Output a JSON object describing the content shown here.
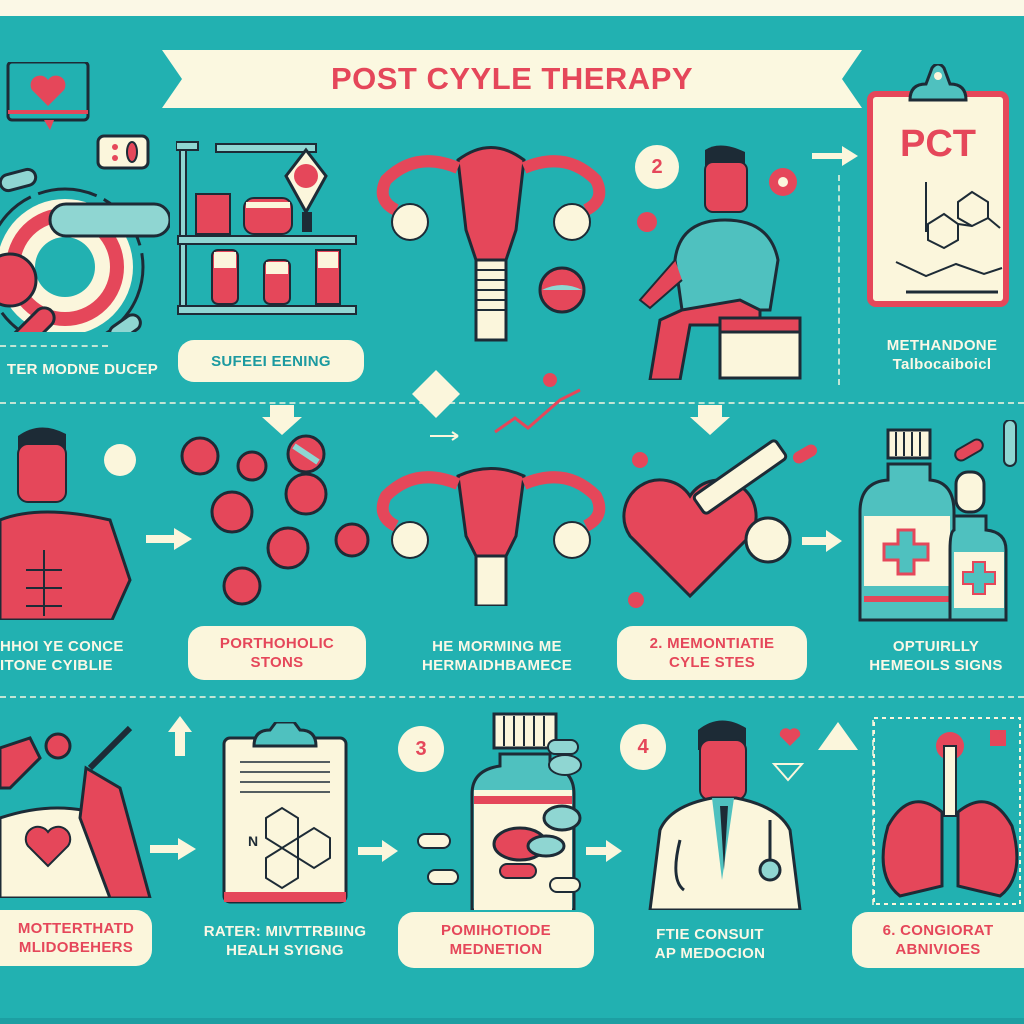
{
  "header": {
    "title": "POST CYYLE THERAPY"
  },
  "colors": {
    "background": "#22b1b1",
    "accent": "#e5475a",
    "cream": "#fbf6dc",
    "outline": "#1d2b36"
  },
  "row1": {
    "panel1_label": "TER MODNE DUCEP",
    "panel2_pill": "SUFEEI EENING",
    "panel3_badge": "2",
    "panel5_clipboard_title": "PCT",
    "panel5_label_line1": "METHANDONE",
    "panel5_label_line2": "Talbocaiboicl"
  },
  "row2": {
    "panel1_label_line1": "HHOI YE CONCE",
    "panel1_label_line2": "ITONE CYIBLIE",
    "panel2_pill_line1": "PORTHOHOLIC",
    "panel2_pill_line2": "STONS",
    "panel3_label_line1": "HE MORMING ME",
    "panel3_label_line2": "HERMAIDHBAMECE",
    "panel4_pill_line1": "2. MEMONTIATIE",
    "panel4_pill_line2": "CYLE STES",
    "panel5_label_line1": "OPTUIRLLY",
    "panel5_label_line2": "HEMEOILS SIGNS"
  },
  "row3": {
    "panel1_pill_line1": "MOTTERTHATD",
    "panel1_pill_line2": "MLIDOBEHERS",
    "panel2_label_line1": "RATER: MIVTTRBIING",
    "panel2_label_line2": "HEALH SYIGNG",
    "panel3_badge": "3",
    "panel3_pill_line1": "POMIHOTIODE",
    "panel3_pill_line2": "MEDNETION",
    "panel4_badge": "4",
    "panel4_label_line1": "FTIE CONSUIT",
    "panel4_label_line2": "AP MEDOCION",
    "panel5_pill_line1": "6. CONGIORAT",
    "panel5_pill_line2": "ABNIVIOES"
  }
}
